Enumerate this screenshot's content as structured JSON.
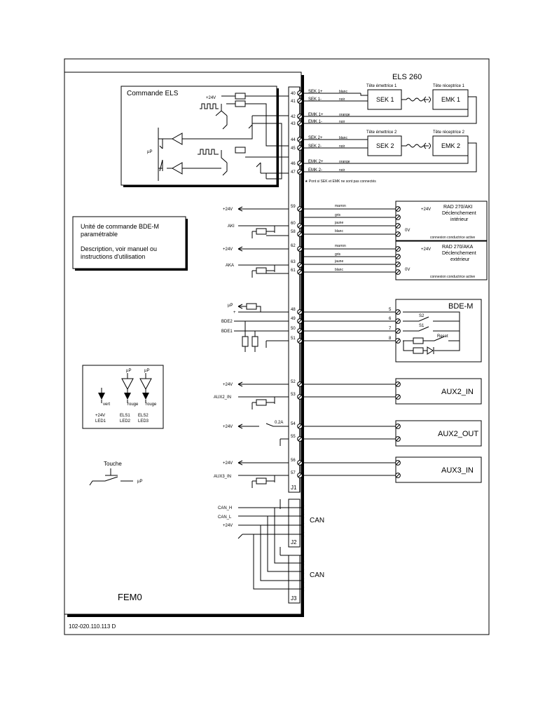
{
  "title_els": "ELS 260",
  "commande_els": "Commande ELS",
  "tete_emettrice_1": "Tête émettrice 1",
  "tete_receptrice_1": "Tête réceptrice 1",
  "tete_emettrice_2": "Tête émettrice 2",
  "tete_receptrice_2": "Tête réceptrice 2",
  "sek1": "SEK 1",
  "emk1": "EMK 1",
  "sek2": "SEK 2",
  "emk2": "EMK 2",
  "plus24v": "+24V",
  "up": "µP",
  "els_note": "Pont si SEK et EMK ne sont pas connectés",
  "els_pins": [
    {
      "num": "40",
      "label": "SEK 1+",
      "color": "blanc"
    },
    {
      "num": "41",
      "label": "SEK 1-",
      "color": "noir"
    },
    {
      "num": "42",
      "label": "EMK 1+",
      "color": "orange"
    },
    {
      "num": "43",
      "label": "EMK 1-",
      "color": "noir"
    },
    {
      "num": "44",
      "label": "SEK 2+",
      "color": "blanc"
    },
    {
      "num": "45",
      "label": "SEK 2-",
      "color": "noir"
    },
    {
      "num": "46",
      "label": "EMK 2+",
      "color": "orange"
    },
    {
      "num": "47",
      "label": "EMK 2-",
      "color": "noir"
    }
  ],
  "bde_box": {
    "line1": "Unité de commande BDE-M",
    "line2": "paramétrable",
    "line3": "Description, voir manuel ou",
    "line4": "instructions d'utilisation"
  },
  "rad_aki": {
    "title": "RAD 270/AKI",
    "sub1": "Déclenchement",
    "sub2": "intérieur",
    "conn": "connexion conductrice active",
    "input": "AKI",
    "pins": [
      "59",
      "60",
      "58"
    ],
    "colors": [
      "marron",
      "gris",
      "jaune",
      "blanc"
    ]
  },
  "rad_aka": {
    "title": "RAD 270/AKA",
    "sub1": "Déclenchement",
    "sub2": "extérieur",
    "conn": "connexion conductrice active",
    "input": "AKA",
    "pins": [
      "62",
      "63",
      "61"
    ],
    "colors": [
      "marron",
      "gris",
      "jaune",
      "blanc"
    ]
  },
  "zero_v": "0V",
  "bde_m": {
    "title": "BDE-M",
    "plus": "+",
    "bde2": "BDE2",
    "bde1": "BDE1",
    "pins": [
      "48",
      "49",
      "50",
      "51"
    ],
    "right_pins": [
      "5",
      "6",
      "7",
      "8"
    ],
    "s2": "S2",
    "s1": "S1",
    "reset": "Reset"
  },
  "leds": {
    "vert": "vert",
    "rouge1": "rouge",
    "rouge2": "rouge",
    "led1_a": "+24V",
    "led1_b": "LED1",
    "led2_a": "ELS1",
    "led2_b": "LED2",
    "led3_a": "ELS2",
    "led3_b": "LED3"
  },
  "aux2_in": {
    "title": "AUX2_IN",
    "input": "AUX2_IN",
    "pins": [
      "52",
      "53"
    ]
  },
  "aux2_out": {
    "title": "AUX2_OUT",
    "fuse": "0.2A",
    "pins": [
      "54",
      "55"
    ]
  },
  "aux3_in": {
    "title": "AUX3_IN",
    "input": "AUX3_IN",
    "pins": [
      "56",
      "57"
    ]
  },
  "touche": "Touche",
  "j1": "J1",
  "j2": "J2",
  "j3": "J3",
  "can_h": "CAN_H",
  "can_l": "CAN_L",
  "can1": "CAN",
  "can2": "CAN",
  "fem0": "FEM0",
  "doc_number": "102-020.110.113 D"
}
